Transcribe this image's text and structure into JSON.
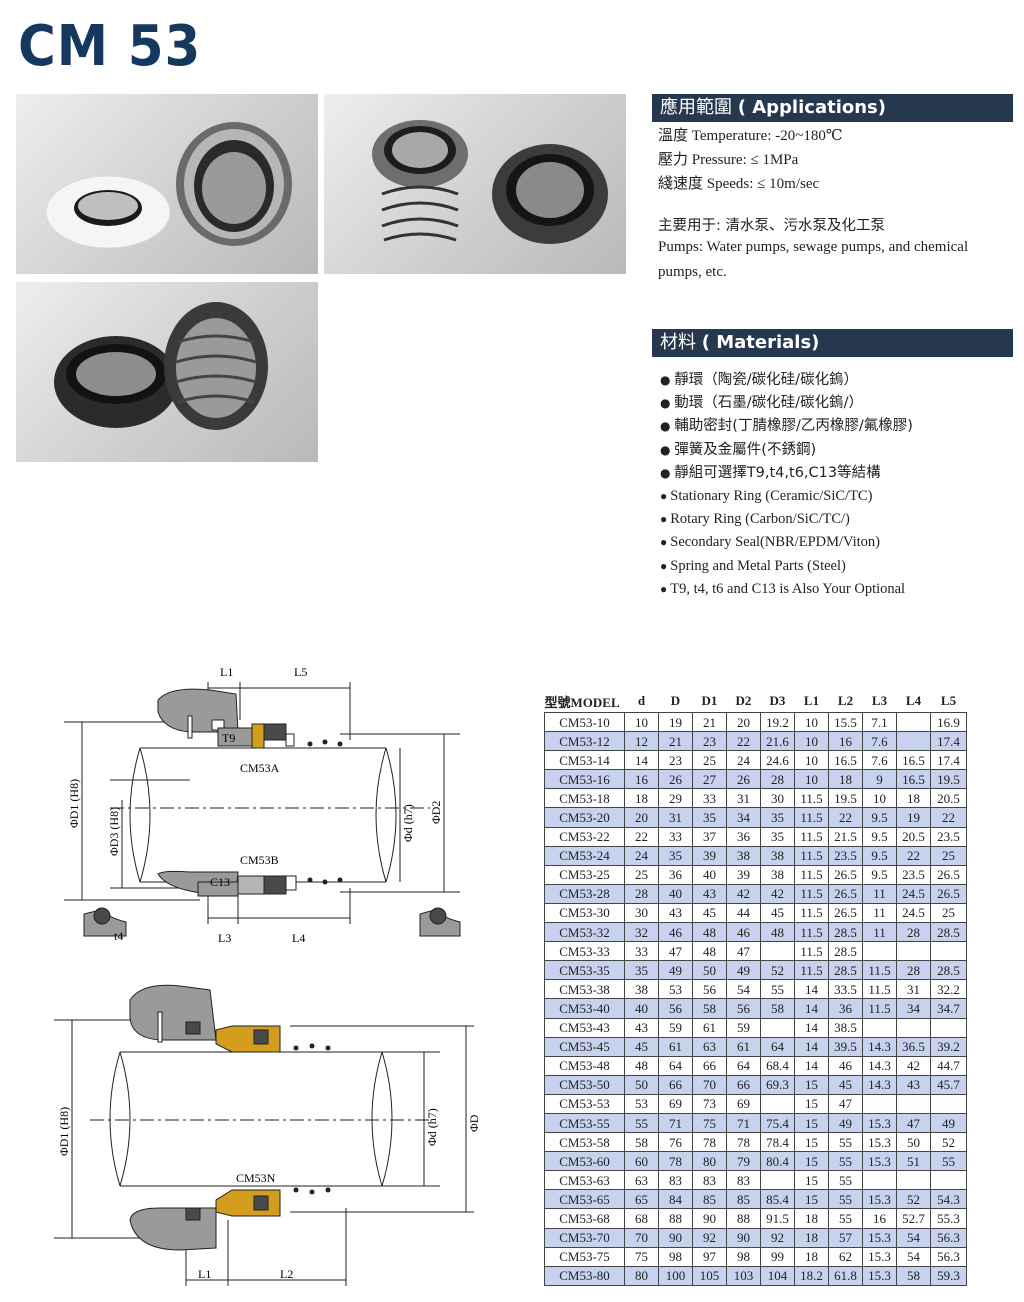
{
  "title": "CM 53",
  "photos": [
    "photo-seal-white-ring",
    "photo-seal-spring-dark-ring",
    "photo-seal-black-ring"
  ],
  "applications": {
    "heading_zh": "應用範圍",
    "heading_en": "( Applications)",
    "lines": [
      "溫度 Temperature: -20~180℃",
      "壓力 Pressure: ≤ 1MPa",
      "綫速度 Speeds: ≤ 10m/sec"
    ],
    "use_zh": "主要用于:  清水泵、污水泵及化工泵",
    "use_en_1": "Pumps: Water pumps, sewage pumps, and chemical",
    "use_en_2": "pumps, etc."
  },
  "materials": {
    "heading_zh": "材料",
    "heading_en": "( Materials)",
    "items": [
      "靜環（陶瓷/碳化硅/碳化鎢）",
      "動環（石墨/碳化硅/碳化鎢/）",
      "輔助密封(丁腈橡膠/乙丙橡膠/氟橡膠)",
      "彈簧及金屬件(不銹鋼)",
      "靜組可選擇T9,t4,t6,C13等結構",
      "Stationary Ring (Ceramic/SiC/TC)",
      "Rotary Ring (Carbon/SiC/TC/)",
      "Secondary Seal(NBR/EPDM/Viton)",
      "Spring and Metal Parts (Steel)",
      "T9, t4, t6 and C13 is Also Your Optional"
    ]
  },
  "diagram_labels": {
    "L1": "L1",
    "L5": "L5",
    "L3": "L3",
    "L4": "L4",
    "L2": "L2",
    "T9": "T9",
    "C13": "C13",
    "t4": "t4",
    "CM53A": "CM53A",
    "CM53B": "CM53B",
    "CM53N": "CM53N",
    "D1H8": "ΦD1 (H8)",
    "D3H8": "ΦD3 (H8)",
    "dh7": "Φd (h7)",
    "D2": "ΦD2",
    "D": "ΦD"
  },
  "table": {
    "headers": [
      "型號MODEL",
      "d",
      "D",
      "D1",
      "D2",
      "D3",
      "L1",
      "L2",
      "L3",
      "L4",
      "L5"
    ],
    "rows": [
      [
        "CM53-10",
        "10",
        "19",
        "21",
        "20",
        "19.2",
        "10",
        "15.5",
        "7.1",
        "",
        "16.9"
      ],
      [
        "CM53-12",
        "12",
        "21",
        "23",
        "22",
        "21.6",
        "10",
        "16",
        "7.6",
        "",
        "17.4"
      ],
      [
        "CM53-14",
        "14",
        "23",
        "25",
        "24",
        "24.6",
        "10",
        "16.5",
        "7.6",
        "16.5",
        "17.4"
      ],
      [
        "CM53-16",
        "16",
        "26",
        "27",
        "26",
        "28",
        "10",
        "18",
        "9",
        "16.5",
        "19.5"
      ],
      [
        "CM53-18",
        "18",
        "29",
        "33",
        "31",
        "30",
        "11.5",
        "19.5",
        "10",
        "18",
        "20.5"
      ],
      [
        "CM53-20",
        "20",
        "31",
        "35",
        "34",
        "35",
        "11.5",
        "22",
        "9.5",
        "19",
        "22"
      ],
      [
        "CM53-22",
        "22",
        "33",
        "37",
        "36",
        "35",
        "11.5",
        "21.5",
        "9.5",
        "20.5",
        "23.5"
      ],
      [
        "CM53-24",
        "24",
        "35",
        "39",
        "38",
        "38",
        "11.5",
        "23.5",
        "9.5",
        "22",
        "25"
      ],
      [
        "CM53-25",
        "25",
        "36",
        "40",
        "39",
        "38",
        "11.5",
        "26.5",
        "9.5",
        "23.5",
        "26.5"
      ],
      [
        "CM53-28",
        "28",
        "40",
        "43",
        "42",
        "42",
        "11.5",
        "26.5",
        "11",
        "24.5",
        "26.5"
      ],
      [
        "CM53-30",
        "30",
        "43",
        "45",
        "44",
        "45",
        "11.5",
        "26.5",
        "11",
        "24.5",
        "25"
      ],
      [
        "CM53-32",
        "32",
        "46",
        "48",
        "46",
        "48",
        "11.5",
        "28.5",
        "11",
        "28",
        "28.5"
      ],
      [
        "CM53-33",
        "33",
        "47",
        "48",
        "47",
        "",
        "11.5",
        "28.5",
        "",
        "",
        ""
      ],
      [
        "CM53-35",
        "35",
        "49",
        "50",
        "49",
        "52",
        "11.5",
        "28.5",
        "11.5",
        "28",
        "28.5"
      ],
      [
        "CM53-38",
        "38",
        "53",
        "56",
        "54",
        "55",
        "14",
        "33.5",
        "11.5",
        "31",
        "32.2"
      ],
      [
        "CM53-40",
        "40",
        "56",
        "58",
        "56",
        "58",
        "14",
        "36",
        "11.5",
        "34",
        "34.7"
      ],
      [
        "CM53-43",
        "43",
        "59",
        "61",
        "59",
        "",
        "14",
        "38.5",
        "",
        "",
        ""
      ],
      [
        "CM53-45",
        "45",
        "61",
        "63",
        "61",
        "64",
        "14",
        "39.5",
        "14.3",
        "36.5",
        "39.2"
      ],
      [
        "CM53-48",
        "48",
        "64",
        "66",
        "64",
        "68.4",
        "14",
        "46",
        "14.3",
        "42",
        "44.7"
      ],
      [
        "CM53-50",
        "50",
        "66",
        "70",
        "66",
        "69.3",
        "15",
        "45",
        "14.3",
        "43",
        "45.7"
      ],
      [
        "CM53-53",
        "53",
        "69",
        "73",
        "69",
        "",
        "15",
        "47",
        "",
        "",
        ""
      ],
      [
        "CM53-55",
        "55",
        "71",
        "75",
        "71",
        "75.4",
        "15",
        "49",
        "15.3",
        "47",
        "49"
      ],
      [
        "CM53-58",
        "58",
        "76",
        "78",
        "78",
        "78.4",
        "15",
        "55",
        "15.3",
        "50",
        "52"
      ],
      [
        "CM53-60",
        "60",
        "78",
        "80",
        "79",
        "80.4",
        "15",
        "55",
        "15.3",
        "51",
        "55"
      ],
      [
        "CM53-63",
        "63",
        "83",
        "83",
        "83",
        "",
        "15",
        "55",
        "",
        "",
        ""
      ],
      [
        "CM53-65",
        "65",
        "84",
        "85",
        "85",
        "85.4",
        "15",
        "55",
        "15.3",
        "52",
        "54.3"
      ],
      [
        "CM53-68",
        "68",
        "88",
        "90",
        "88",
        "91.5",
        "18",
        "55",
        "16",
        "52.7",
        "55.3"
      ],
      [
        "CM53-70",
        "70",
        "90",
        "92",
        "90",
        "92",
        "18",
        "57",
        "15.3",
        "54",
        "56.3"
      ],
      [
        "CM53-75",
        "75",
        "98",
        "97",
        "98",
        "99",
        "18",
        "62",
        "15.3",
        "54",
        "56.3"
      ],
      [
        "CM53-80",
        "80",
        "100",
        "105",
        "103",
        "104",
        "18.2",
        "61.8",
        "15.3",
        "58",
        "59.3"
      ]
    ]
  }
}
